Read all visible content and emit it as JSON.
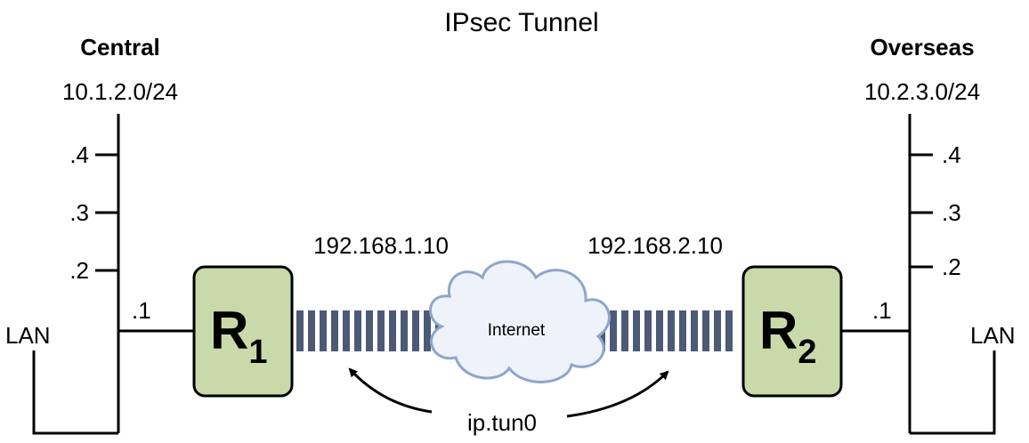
{
  "title": "IPsec Tunnel",
  "left": {
    "site_name": "Central",
    "subnet": "10.1.2.0/24",
    "host_ticks": [
      ".4",
      ".3",
      ".2"
    ],
    "router_port": ".1",
    "lan_label": "LAN",
    "router_letter": "R",
    "router_subscript": "1",
    "wan_ip": "192.168.1.10"
  },
  "right": {
    "site_name": "Overseas",
    "subnet": "10.2.3.0/24",
    "host_ticks": [
      ".4",
      ".3",
      ".2"
    ],
    "router_port": ".1",
    "lan_label": "LAN",
    "router_letter": "R",
    "router_subscript": "2",
    "wan_ip": "192.168.2.10"
  },
  "cloud_label": "Internet",
  "tunnel_label": "ip.tun0",
  "colors": {
    "router_fill": "#c9d9a9",
    "router_stroke": "#000000",
    "tunnel_stripe": "#4c5a75",
    "cloud_fill": "#eef3fb",
    "cloud_stroke": "#8fa6c9"
  }
}
